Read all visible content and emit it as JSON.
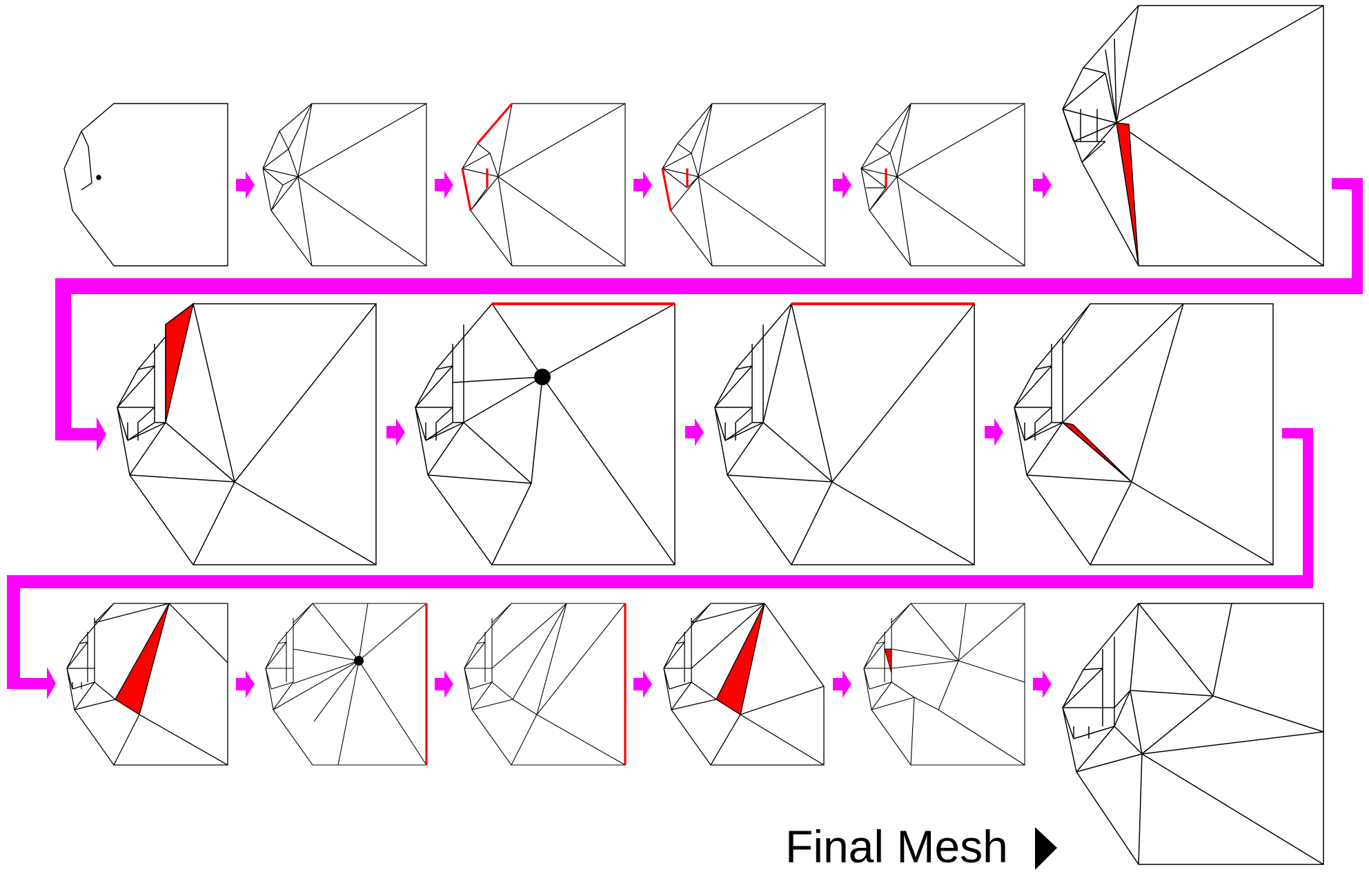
{
  "final_label": "Final Mesh",
  "colors": {
    "arrow": "#ff00ff",
    "highlight": "#ff0000",
    "stroke": "#000000",
    "background": "#ffffff"
  },
  "rows": [
    {
      "row": 1,
      "panels": 6,
      "annotations": [
        "point",
        "red-edges",
        "red-edge",
        "red-edge",
        "red-triangle"
      ]
    },
    {
      "row": 2,
      "panels": 4,
      "annotations": [
        "red-triangle",
        "vertex-and-red-edge",
        "red-edge",
        "red-triangle"
      ]
    },
    {
      "row": 3,
      "panels": 6,
      "annotations": [
        "red-triangle",
        "vertex-and-red-edge",
        "red-edge",
        "red-triangle",
        "red-triangle",
        "final"
      ]
    }
  ],
  "icons": [
    "arrow-right-icon",
    "connector-arrow-icon",
    "play-triangle-icon"
  ]
}
